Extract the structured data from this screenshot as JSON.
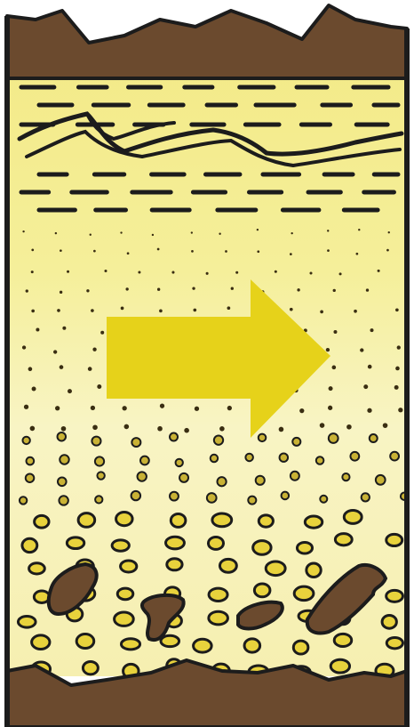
{
  "diagram": {
    "type": "graded-bedding-sediment-column",
    "colors": {
      "top_soil": "#6b4a2e",
      "bottom_soil": "#6b4a2e",
      "upper_fill": "#f3ea8a",
      "lower_fill": "#f7f1b6",
      "fine_particle": "#3a2e12",
      "pebble_fill": "#e8d23c",
      "rock_fill": "#6b4a2e",
      "arrow": "#e6d21a",
      "outline": "#1c1c1c"
    },
    "layers": [
      "top-soil",
      "laminated-layer",
      "fine-grain-layer",
      "medium-grain-layer",
      "coarse-grain-layer",
      "bottom-soil"
    ],
    "arrow_direction": "right"
  }
}
